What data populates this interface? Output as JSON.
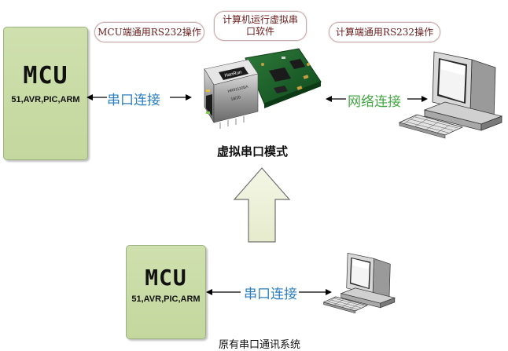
{
  "labels": {
    "mcu_side": "MCU端通用RS232操作",
    "virtual_line1": "计算机运行虚拟串",
    "virtual_line2": "口软件",
    "pc_side": "计算端通用RS232操作"
  },
  "top_mcu": {
    "title": "MCU",
    "subtitle": "51,AVR,PIC,ARM"
  },
  "bottom_mcu": {
    "title": "MCU",
    "subtitle": "51,AVR,PIC,ARM"
  },
  "connections": {
    "top_serial": "串口连接",
    "network": "网络连接",
    "bottom_serial": "串口连接"
  },
  "module": {
    "chip_brand": "HanRun",
    "chip_model": "HR911105A",
    "chip_code": "18/20"
  },
  "captions": {
    "virtual_mode": "虚拟串口模式",
    "original_system": "原有串口通讯系统"
  },
  "colors": {
    "serial_text": "#2a7fc0",
    "network_text": "#43a843",
    "mcu_box": "#c7dba3",
    "pill_text": "#6b1b1b"
  }
}
